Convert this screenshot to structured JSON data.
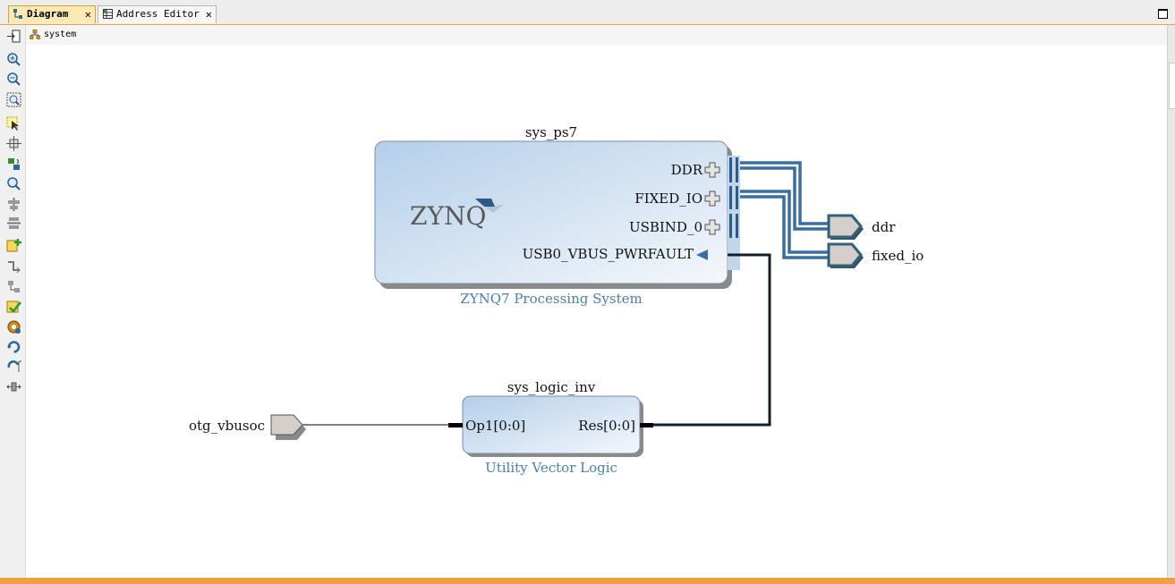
{
  "tabs": [
    {
      "label": "Diagram",
      "close": "✕",
      "icon": "diagram-icon"
    },
    {
      "label": "Address Editor",
      "close": "✕",
      "icon": "address-editor-icon"
    }
  ],
  "breadcrumb": {
    "label": "system",
    "icon": "hierarchy-icon"
  },
  "toolbar": {
    "icons": [
      "fit-selection-icon",
      "zoom-in-icon",
      "zoom-out-icon",
      "zoom-fit-icon",
      "select-icon",
      "move-icon",
      "refresh-icon",
      "search-icon",
      "align-icon",
      "distribute-icon",
      "add-ip-icon",
      "route-icon",
      "regenerate-layout-icon",
      "validate-icon",
      "settings-icon",
      "rotate-icon",
      "reload-icon",
      "expand-icon"
    ]
  },
  "diagram": {
    "ps7": {
      "instance": "sys_ps7",
      "type": "ZYNQ7 Processing System",
      "logo": "ZYNQ",
      "ports": [
        "DDR",
        "FIXED_IO",
        "USBIND_0",
        "USB0_VBUS_PWRFAULT"
      ]
    },
    "logic": {
      "instance": "sys_logic_inv",
      "type": "Utility Vector Logic",
      "in_port": "Op1[0:0]",
      "out_port": "Res[0:0]"
    },
    "external_ports": {
      "ddr": "ddr",
      "fixed_io": "fixed_io",
      "otg": "otg_vbusoc"
    },
    "colors": {
      "block_fill_start": "#b4cfea",
      "block_fill_end": "#f4f7fb",
      "bus_wire": "#3a6e9e",
      "net_wire": "#10202c",
      "type_label": "#4a7fb0",
      "port_fill": "#d4cfcb",
      "port_stroke": "#30607a"
    }
  }
}
